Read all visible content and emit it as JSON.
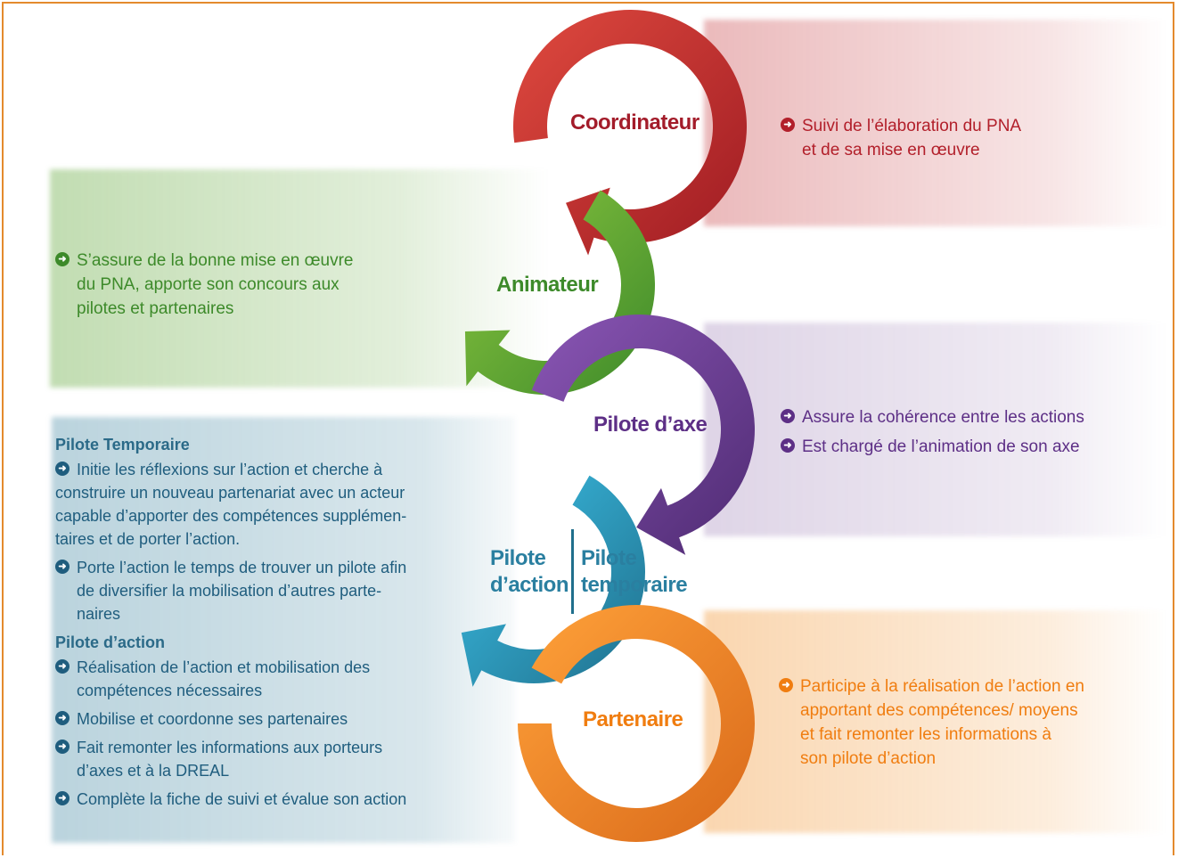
{
  "colors": {
    "frame": "#e48a2d",
    "coordinateur": "#c0282d",
    "animateur": "#5ea535",
    "pilote_axe": "#6a3d8f",
    "pilote_action": "#2aa7cc",
    "partenaire": "#f08a1c",
    "text_blue": "#1f5d7e"
  },
  "roles": {
    "coordinateur": "Coordinateur",
    "animateur": "Animateur",
    "pilote_axe": "Pilote d’axe",
    "pilote_action_l1": "Pilote",
    "pilote_action_l2": "d’action",
    "pilote_temp_l1": "Pilote",
    "pilote_temp_l2": "temporaire",
    "partenaire": "Partenaire"
  },
  "coordinateur_desc": [
    "Suivi de l’élaboration du PNA",
    "et de sa mise en œuvre"
  ],
  "animateur_desc": [
    "S’assure de la bonne mise en œuvre",
    "du PNA, apporte son concours aux",
    "pilotes et partenaires"
  ],
  "pilote_axe_desc": [
    "Assure la cohérence entre les actions",
    "Est chargé de l’animation de son axe"
  ],
  "partenaire_desc": [
    "Participe à la réalisation de l’action en",
    "apportant des compétences/ moyens",
    "et fait remonter les informations à",
    "son pilote d’action"
  ],
  "left_panel": {
    "temp_title": "Pilote Temporaire",
    "temp_items": [
      [
        "Initie les réflexions sur l’action et cherche à",
        "construire un nouveau partenariat avec un acteur",
        "capable d’apporter des compétences supplémen-",
        "taires et de porter l’action."
      ],
      [
        "Porte l’action le temps de trouver un pilote afin",
        "de diversifier la mobilisation d’autres parte-",
        "naires"
      ]
    ],
    "action_title": "Pilote d’action",
    "action_items": [
      [
        "Réalisation de l’action et mobilisation des",
        "compétences nécessaires"
      ],
      [
        "Mobilise et coordonne ses partenaires"
      ],
      [
        "Fait remonter les informations aux porteurs",
        "d’axes et à la DREAL"
      ],
      [
        "Complète la fiche de suivi et évalue son action"
      ]
    ]
  }
}
